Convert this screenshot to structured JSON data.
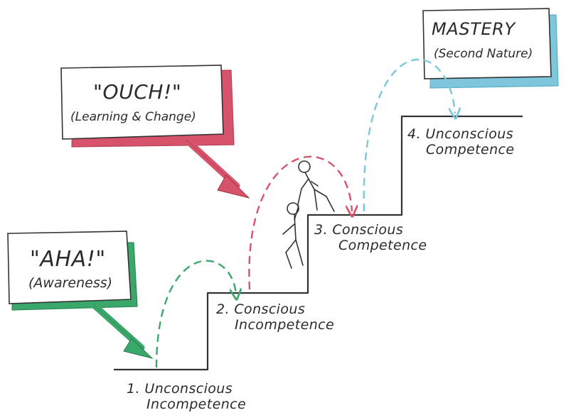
{
  "callouts": {
    "aha": {
      "title": "\"AHA!\"",
      "subtitle": "(Awareness)",
      "color": "#3aa86b"
    },
    "ouch": {
      "title": "\"OUCH!\"",
      "subtitle": "(Learning & Change)",
      "color": "#d6536b"
    },
    "mastery": {
      "title": "MASTERY",
      "subtitle": "(Second Nature)",
      "color": "#7ec6dc"
    }
  },
  "steps": [
    {
      "number": "1.",
      "line1": "Unconscious",
      "line2": "Incompetence"
    },
    {
      "number": "2.",
      "line1": "Conscious",
      "line2": "Incompetence"
    },
    {
      "number": "3.",
      "line1": "Conscious",
      "line2": "Competence"
    },
    {
      "number": "4.",
      "line1": "Unconscious",
      "line2": "Competence"
    }
  ],
  "colors": {
    "ink": "#333333",
    "green": "#3aa86b",
    "red": "#d6536b",
    "blue": "#7ec6dc"
  }
}
